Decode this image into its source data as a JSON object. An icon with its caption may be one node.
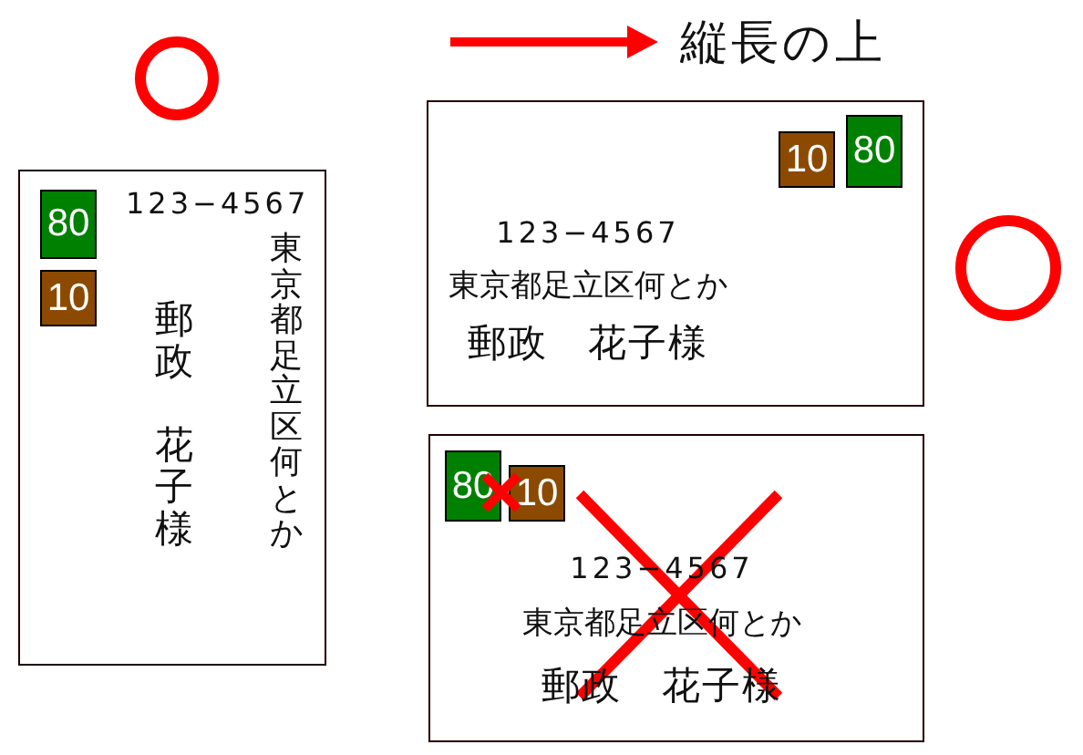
{
  "diagram": {
    "nodes": [
      {
        "text": [
          "123−4567",
          "東京都足立区何とか",
          "郵政",
          "花子様"
        ]
      },
      {
        "text": [
          "80"
        ],
        "in": 0
      },
      {
        "text": [
          "10"
        ],
        "in": 0
      },
      {
        "text": [
          "123−4567",
          "東京都足立区何とか",
          "郵政　花子様"
        ]
      },
      {
        "text": [
          "10"
        ],
        "in": 3
      },
      {
        "text": [
          "80"
        ],
        "in": 3
      },
      {
        "text": [
          "123−4567",
          "東京都足立区何とか",
          "郵政　花子様"
        ]
      },
      {
        "text": [
          "80"
        ],
        "in": 6
      },
      {
        "text": [
          "10"
        ],
        "in": 6
      }
    ],
    "labels": [
      "縦長の上"
    ]
  }
}
